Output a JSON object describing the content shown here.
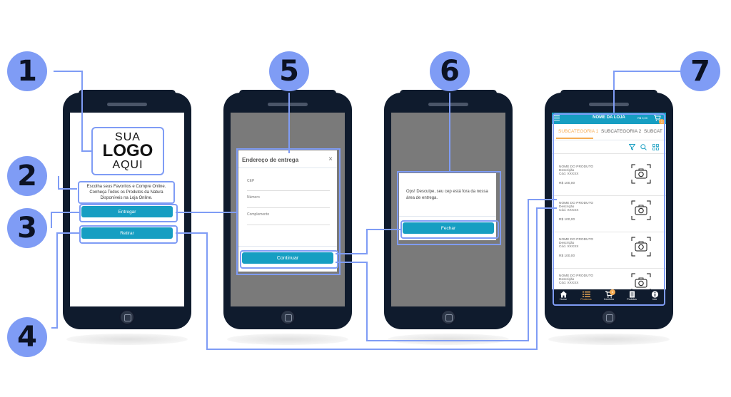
{
  "badges": [
    "1",
    "2",
    "3",
    "4",
    "5",
    "6",
    "7"
  ],
  "phone1": {
    "logo_line1": "SUA",
    "logo_line2": "LOGO",
    "logo_line3": "AQUI",
    "description": "Escolha seus Favoritos e Compre Online. Conheça Todos os Produtos da Natura Disponíveis na Loja Online.",
    "deliver_button": "Entregar",
    "pickup_button": "Retirar"
  },
  "phone5": {
    "modal_title": "Endereço de entrega",
    "close": "×",
    "fields": [
      "CEP",
      "Número",
      "Complemento"
    ],
    "continue_button": "Continuar"
  },
  "phone6": {
    "message": "Ops! Desculpe, seu cep está fora da nossa área de entrega.",
    "close_button": "Fechar"
  },
  "phone7": {
    "store_name": "NOME DA LOJA",
    "cart_total": "R$ 0,00",
    "cart_count": "1",
    "subcategories": [
      "SUBCATEGORIA 1",
      "SUBCATEGORIA 2",
      "SUBCAT"
    ],
    "products": [
      {
        "name": "NOME DO PRODUTO",
        "desc": "Descrição",
        "code": "Cód. XXXXX",
        "price": "R$ 100,00"
      },
      {
        "name": "NOME DO PRODUTO",
        "desc": "Descrição",
        "code": "Cód. XXXXX",
        "price": "R$ 100,00"
      },
      {
        "name": "NOME DO PRODUTO",
        "desc": "Descrição",
        "code": "Cód. XXXXX",
        "price": "R$ 100,00"
      },
      {
        "name": "NOME DO PRODUTO",
        "desc": "Descrição",
        "code": "Cód. XXXXX",
        "price": ""
      }
    ],
    "nav": [
      "Home",
      "Produtos",
      "Carrinho",
      "Pedidos",
      "Info"
    ],
    "colors": {
      "primary": "#169ec2",
      "accent": "#f6ad55",
      "dark": "#0f1b2d"
    }
  },
  "colors": {
    "annotation": "#7f9cf5",
    "button": "#169ec2",
    "overlay": "#7a7a7a"
  }
}
